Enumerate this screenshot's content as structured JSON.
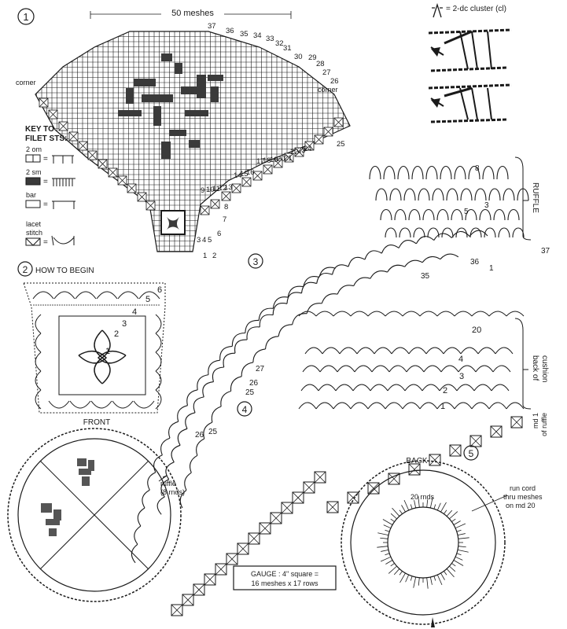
{
  "section_numbers": [
    "1",
    "2",
    "3",
    "4",
    "5"
  ],
  "section1": {
    "width_label": "50 meshes",
    "corner_left": "corner",
    "corner_right": "corner",
    "row_labels": [
      "1",
      "2",
      "3",
      "4",
      "5",
      "6",
      "7",
      "8",
      "9",
      "10",
      "11",
      "12",
      "13",
      "14",
      "15",
      "16",
      "17",
      "18",
      "19",
      "20",
      "21",
      "22",
      "23",
      "24",
      "25",
      "26",
      "27",
      "28",
      "29",
      "30",
      "31",
      "32",
      "33",
      "34",
      "35",
      "36",
      "37"
    ]
  },
  "key": {
    "title_line1": "KEY TO",
    "title_line2": "FILET STS:",
    "items": [
      {
        "label": "2 om",
        "symbol": "open-mesh"
      },
      {
        "label": "2 sm",
        "symbol": "solid-mesh"
      },
      {
        "label": "bar",
        "symbol": "bar"
      },
      {
        "label_line1": "lacet",
        "label_line2": "stitch",
        "symbol": "lacet"
      }
    ]
  },
  "cluster_legend": {
    "text": "= 2-dc cluster (cl)",
    "icon": "cluster-symbol"
  },
  "section2": {
    "title": "HOW TO BEGIN",
    "round_labels": [
      "1",
      "2",
      "3",
      "4",
      "5",
      "6"
    ]
  },
  "section3": {
    "ruffle_label": "RUFFLE",
    "ruffle_rows": [
      "8",
      "5",
      "3",
      "1"
    ],
    "row_labels": [
      "37",
      "36",
      "35",
      "27",
      "26",
      "25",
      "26",
      "25"
    ]
  },
  "section4": {
    "round_labels": [
      "20",
      "4",
      "3",
      "2",
      "1"
    ],
    "back_label_line1": "back of",
    "back_label_line2": "cushion",
    "ruffle_label_line1": "md 1",
    "ruffle_label_line2": "of ruffle"
  },
  "front_view": {
    "title": "FRONT",
    "ruffle_label_line1": "ruffle",
    "ruffle_label_line2": "(8 rnds)"
  },
  "back_view": {
    "title": "BACK",
    "rounds_label": "20 rnds",
    "cord_line1": "run cord",
    "cord_line2": "thru meshes",
    "cord_line3": "on md 20"
  },
  "gauge": {
    "line1": "GAUGE : 4\" square =",
    "line2": "16 meshes x 17 rows"
  }
}
